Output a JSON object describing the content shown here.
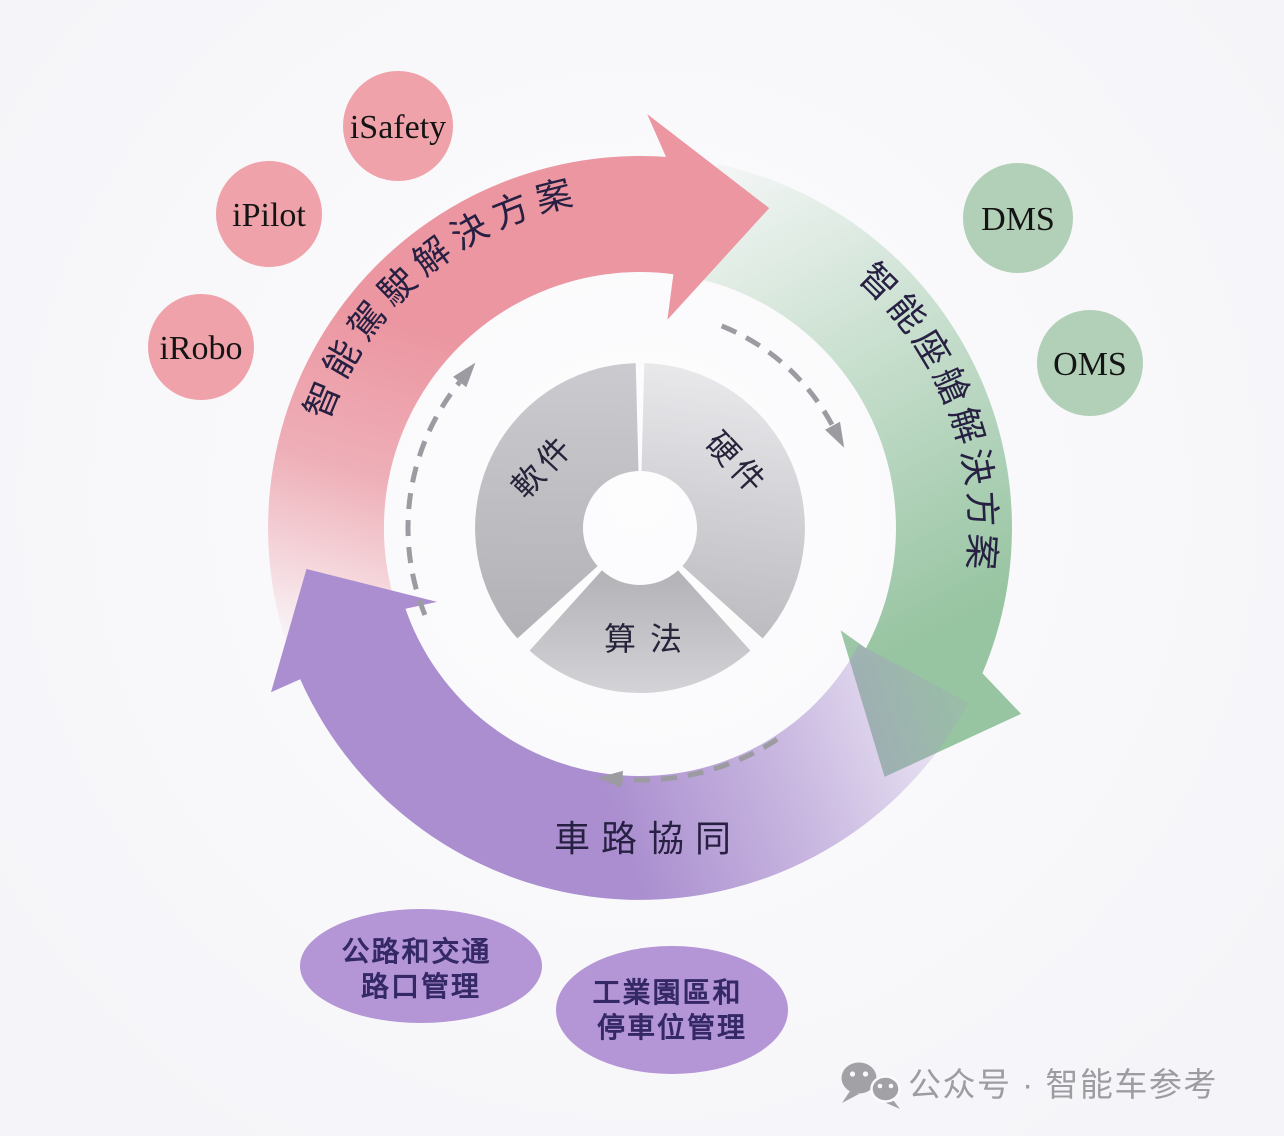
{
  "diagram": {
    "cycle_arrows": {
      "driving": {
        "label": "智能駕駛解決方案",
        "color": "#eb96a1"
      },
      "cockpit": {
        "label": "智能座艙解決方案",
        "color": "#97c4a1"
      },
      "road": {
        "label": "車路協同",
        "color": "#aa8ecf"
      }
    },
    "core": {
      "software": "軟件",
      "hardware": "硬件",
      "algorithm": "算法"
    },
    "driving_products": [
      {
        "label": "iSafety"
      },
      {
        "label": "iPilot"
      },
      {
        "label": "iRobo"
      }
    ],
    "cockpit_products": [
      {
        "label": "DMS"
      },
      {
        "label": "OMS"
      }
    ],
    "road_applications": [
      {
        "line1": "公路和交通",
        "line2": "路口管理"
      },
      {
        "line1": "工業園區和",
        "line2": "停車位管理"
      }
    ]
  },
  "watermark": {
    "icon": "wechat-icon",
    "text": "公众号 · 智能车参考"
  },
  "colors": {
    "background": "#fbfbfd",
    "product_circle_red": "#efa2aa",
    "product_circle_green": "#b2d0b7",
    "application_ellipse": "#b495d5",
    "application_text": "#342867",
    "band_text": "#272043",
    "core_gray_dark": "#b1b1b6",
    "core_gray_light": "#ebebee",
    "dashed_arrow": "#9b9ba1",
    "watermark_text": "#9d9da1"
  }
}
